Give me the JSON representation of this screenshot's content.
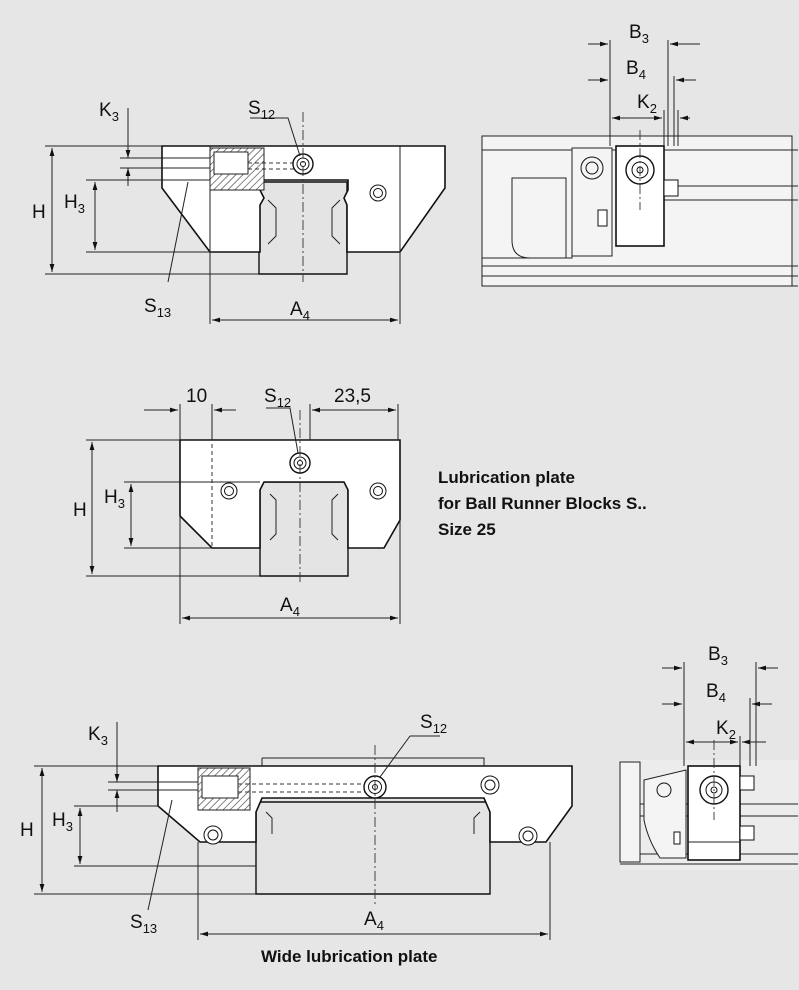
{
  "dimensions": {
    "B": "B",
    "H": "H",
    "K": "K",
    "S": "S",
    "A": "A",
    "sub_3": "3",
    "sub_4": "4",
    "sub_2": "2",
    "sub_12": "12",
    "sub_13": "13",
    "dim_10": "10",
    "dim_23_5": "23,5"
  },
  "captions": {
    "lube_line1": "Lubrication plate",
    "lube_line2": "for Ball Runner Blocks S..",
    "lube_line3": "Size 25",
    "wide": "Wide lubrication plate"
  }
}
